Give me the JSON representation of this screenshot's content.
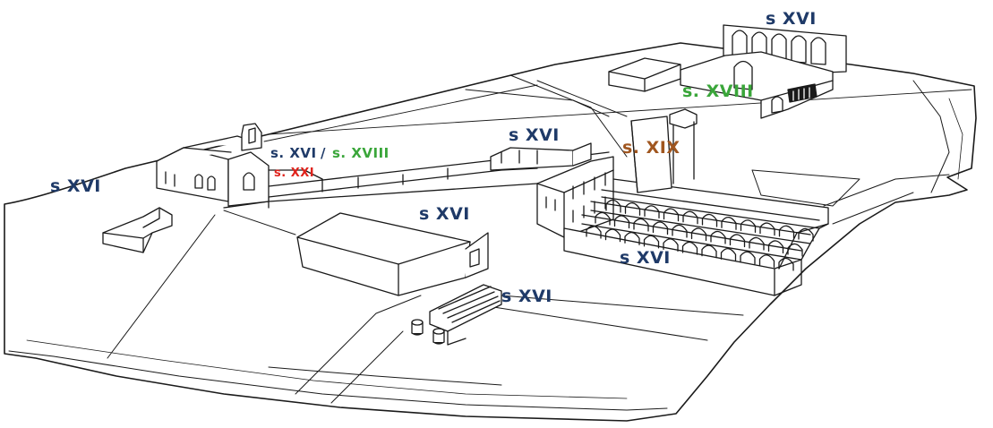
{
  "palette": {
    "s16": "#1f3a68",
    "s18": "#3aa63a",
    "s19": "#a0561f",
    "s21": "#e0231c",
    "ink": "#1a1a1a"
  },
  "labels": {
    "top_right": "s XVI",
    "far_left": "s XVI",
    "tower_s16": "s. XVI",
    "tower_sep": "/",
    "tower_s18": "s. XVIII",
    "tower_s21": "s. XXI",
    "mid_wall": "s XVI",
    "center_shed": "s XVI",
    "right_cloister": "s. XVIII",
    "chimney": "s. XIX",
    "arcades": "s XVI",
    "bottom_yard": "s XVI"
  }
}
